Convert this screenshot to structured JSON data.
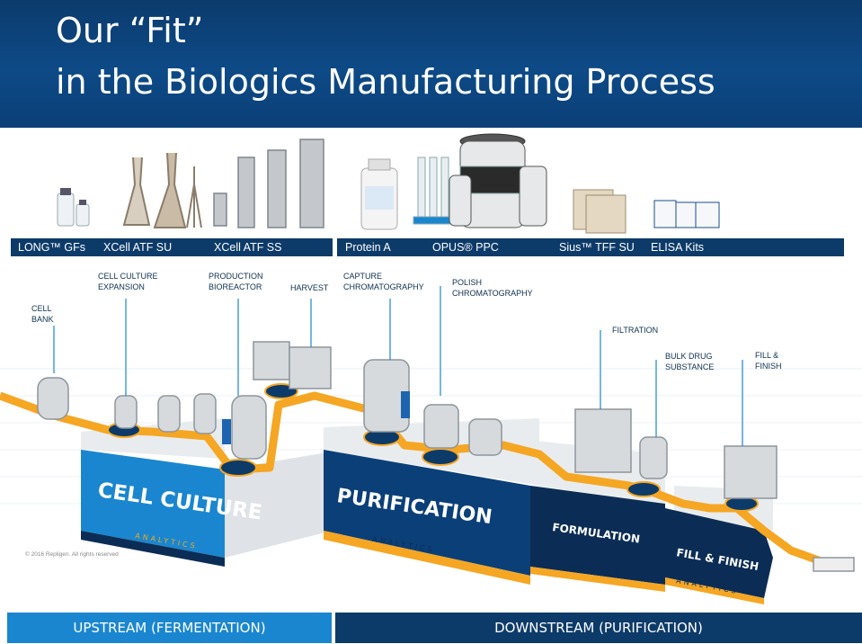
{
  "header": {
    "title_line1": "Our “Fit”",
    "title_line2": "in the Biologics Manufacturing Process"
  },
  "products": {
    "left": [
      "LONG™ GFs",
      "XCell ATF SU",
      "XCell ATF SS"
    ],
    "right": [
      "Protein A",
      "OPUS® PPC",
      "Sius™ TFF SU",
      "ELISA Kits"
    ]
  },
  "steps": {
    "cell_bank": "CELL\nBANK",
    "cell_culture_expansion": "CELL CULTURE\nEXPANSION",
    "production_bioreactor": "PRODUCTION\nBIOREACTOR",
    "harvest": "HARVEST",
    "capture": "CAPTURE\nCHROMATOGRAPHY",
    "polish": "POLISH\nCHROMATOGRAPHY",
    "filtration": "FILTRATION",
    "bulk": "BULK DRUG\nSUBSTANCE",
    "fill": "FILL &\nFINISH"
  },
  "platforms": {
    "cell_culture": "CELL CULTURE",
    "purification": "PURIFICATION",
    "formulation": "FORMULATION",
    "fill_finish": "FILL & FINISH",
    "analytics": "ANALYTICS"
  },
  "copyright": "© 2016 Repligen. All rights reserved",
  "bottom": {
    "upstream": "UPSTREAM (FERMENTATION)",
    "downstream": "DOWNSTREAM (PURIFICATION)"
  },
  "colors": {
    "header": "#0d4a86",
    "navy": "#0d3b69",
    "blue": "#1a86cf",
    "orange": "#f5a623",
    "dark_navy": "#0b2d55"
  }
}
